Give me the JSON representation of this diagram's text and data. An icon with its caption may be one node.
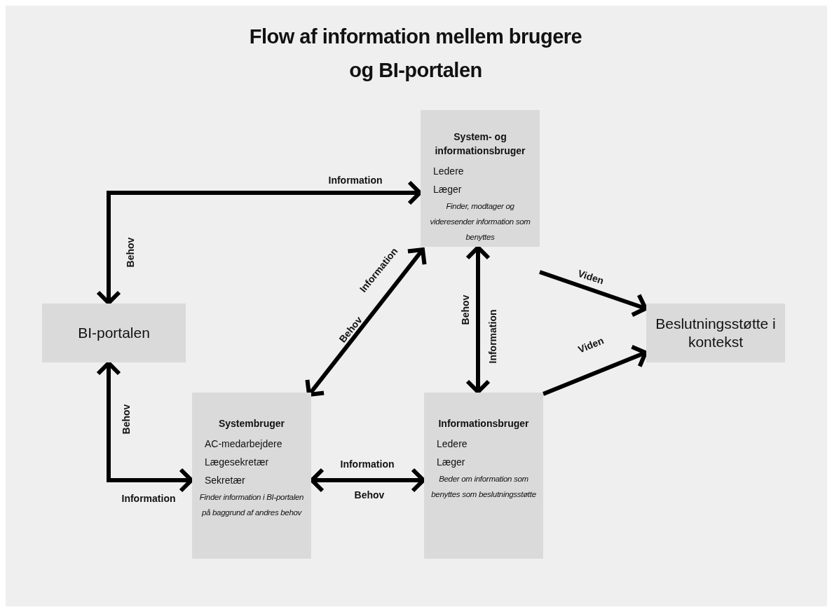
{
  "diagram": {
    "title": "Flow af information mellem brugere og BI-portalen",
    "nodes": [
      {
        "text": [
          "BI-portalen"
        ]
      },
      {
        "text": [
          "System- og informationsbruger",
          "Ledere",
          "Læger",
          "Finder, modtager og videresender information som benyttes"
        ]
      },
      {
        "text": [
          "Beslutningsstøtte i kontekst"
        ]
      },
      {
        "text": [
          "Systembruger",
          "AC-medarbejdere",
          "Lægesekretær",
          "Sekretær",
          "Finder information i BI-portalen på baggrund af andres behov"
        ]
      },
      {
        "text": [
          "Informationsbruger",
          "Ledere",
          "Læger",
          "Beder om information som benyttes som beslutningsstøtte"
        ]
      }
    ],
    "edges": [
      {
        "from": 0,
        "to": 1,
        "arrow": "both",
        "label": "Information"
      },
      {
        "from": 0,
        "to": 3,
        "arrow": "both",
        "label": "Information"
      },
      {
        "from": 1,
        "to": 3,
        "arrow": "both",
        "label": "Information"
      },
      {
        "from": 1,
        "to": 4,
        "arrow": "both",
        "label": "Information"
      },
      {
        "from": 3,
        "to": 4,
        "arrow": "both",
        "label": "Information"
      },
      {
        "from": 1,
        "to": 2,
        "arrow": "to",
        "label": "Viden"
      },
      {
        "from": 4,
        "to": 2,
        "arrow": "to",
        "label": "Viden"
      }
    ],
    "labels": [
      "Behov",
      "Behov",
      "Behov",
      "Behov",
      "Behov"
    ]
  }
}
